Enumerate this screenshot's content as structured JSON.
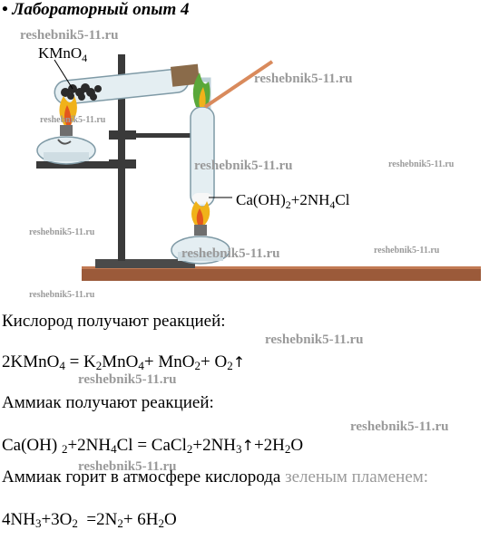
{
  "heading": "• Лабораторный опыт 4",
  "figure": {
    "label_kmno4": "KMnO",
    "label_kmno4_sub": "4",
    "label_mix": "Ca(OH)",
    "label_mix_sub": "2",
    "label_mix_rest": "+2NH",
    "label_mix_sub2": "4",
    "label_mix_end": "Cl"
  },
  "watermark": "reshebnik5-11.ru",
  "text": {
    "oxygen_intro": "Кислород получают реакцией:",
    "ammonia_intro": "Аммиак получают реакцией:",
    "burn_main": "Аммиак горит в атмосфере кислорода ",
    "burn_faded": "зеленым пламенем:"
  },
  "eq1": {
    "a": "2KMnO",
    "a_sub": "4",
    "b": " = K",
    "b_sub": "2",
    "c": "MnO",
    "c_sub": "4",
    "d": "+ MnO",
    "d_sub": "2",
    "e": "+ O",
    "e_sub": "2",
    "arrow": "↑"
  },
  "eq2": {
    "a": "Ca(OH) ",
    "a_sub": "2",
    "b": "+2NH",
    "b_sub": "4",
    "c": "Cl = CaCl",
    "c_sub": "2",
    "d": "+2NH",
    "d_sub": "3",
    "arrow": "↑",
    "e": "+2H",
    "e_sub": "2",
    "f": "O"
  },
  "eq3": {
    "a": "4NH",
    "a_sub": "3",
    "b": "+3O",
    "b_sub": "2",
    "c": "  =2N",
    "c_sub": "2",
    "d": "+ 6H",
    "d_sub": "2",
    "e": "O"
  },
  "colors": {
    "stand": "#3a3a3a",
    "glass": "#e4eef2",
    "board": "#9b5a3a",
    "flame_outer": "#f0b21a",
    "flame_inner": "#e2561e",
    "green_flame": "#5aa83a",
    "watermark": "#9a9a9a"
  }
}
